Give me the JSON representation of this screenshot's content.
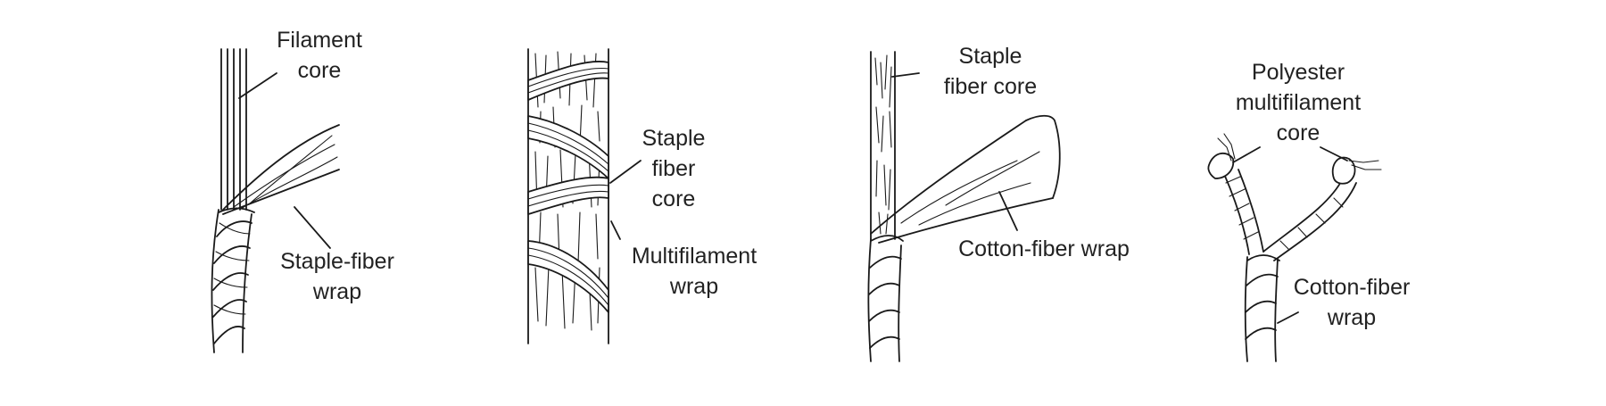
{
  "figures": [
    {
      "id": "filament-core-staple-wrap",
      "labels": {
        "core": [
          "Filament",
          "core"
        ],
        "wrap": [
          "Staple-fiber",
          "wrap"
        ]
      }
    },
    {
      "id": "staple-core-multifilament-wrap",
      "labels": {
        "core": [
          "Staple",
          "fiber",
          "core"
        ],
        "wrap": [
          "Multifilament",
          "wrap"
        ]
      }
    },
    {
      "id": "staple-core-cotton-wrap",
      "labels": {
        "core": [
          "Staple",
          "fiber core"
        ],
        "wrap": [
          "Cotton-fiber wrap"
        ]
      }
    },
    {
      "id": "polyester-core-cotton-wrap",
      "labels": {
        "core": [
          "Polyester",
          "multifilament",
          "core"
        ],
        "wrap": [
          "Cotton-fiber",
          "wrap"
        ]
      }
    }
  ]
}
